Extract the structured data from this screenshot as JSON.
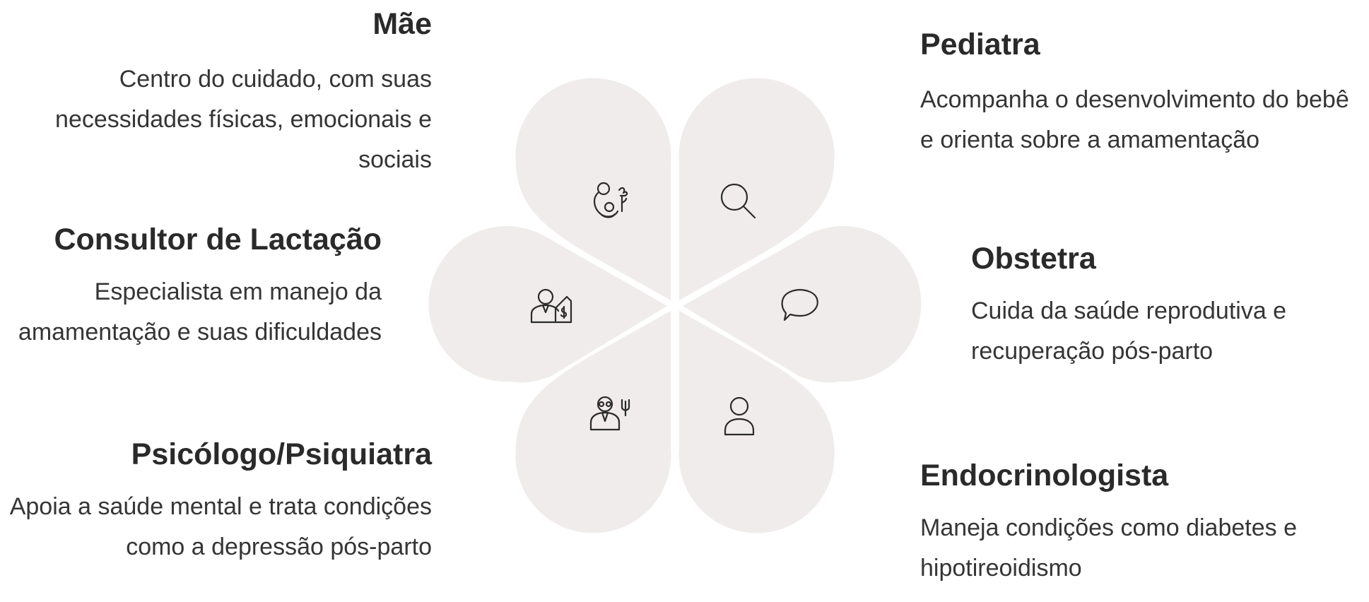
{
  "nodes": {
    "mae": {
      "title": "Mãe",
      "description": "Centro do cuidado, com suas necessidades físicas, emocionais e sociais",
      "icon": "mother-baby-icon"
    },
    "consultor": {
      "title": "Consultor de Lactação",
      "description": "Especialista em manejo da amamentação e suas dificuldades",
      "icon": "consultant-icon"
    },
    "psicologo": {
      "title": "Psicólogo/Psiquiatra",
      "description": "Apoia a saúde mental e trata condições como a depressão pós-parto",
      "icon": "psychologist-icon"
    },
    "pediatra": {
      "title": "Pediatra",
      "description": "Acompanha o desenvolvimento do bebê e orienta sobre a amamentação",
      "icon": "magnifier-icon"
    },
    "obstetra": {
      "title": "Obstetra",
      "description": "Cuida da saúde reprodutiva e recuperação pós-parto",
      "icon": "speech-bubble-icon"
    },
    "endocrinologista": {
      "title": "Endocrinologista",
      "description": "Maneja condições como diabetes e hipotireoidismo",
      "icon": "person-icon"
    }
  },
  "colors": {
    "petal": "#efeceb",
    "text": "#2b2b2b",
    "background": "#ffffff"
  }
}
